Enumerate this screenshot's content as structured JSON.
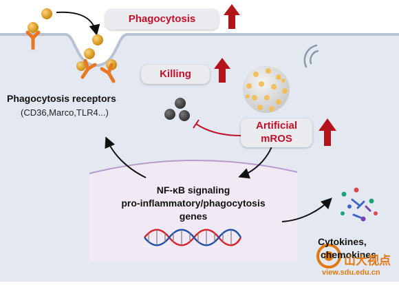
{
  "phagocytosis": "Phagocytosis",
  "killing": "Killing",
  "artificial_mros": {
    "line1": "Artificial",
    "line2": "mROS"
  },
  "receptors": {
    "title": "Phagocytosis receptors",
    "list": "(CD36,Marco,TLR4...)"
  },
  "nucleus": {
    "line1": "NF-κB signaling",
    "line2": "pro-inflammatory/phagocytosis",
    "line3": "genes"
  },
  "cytokines": {
    "line1": "Cytokines,",
    "line2": "chemokines"
  },
  "watermark": {
    "brand": "山大视点",
    "url": "view.sdu.edu.cn"
  },
  "colors": {
    "accent_red": "#c0102a",
    "membrane": "#d9e0ec",
    "nucleus": "#f1eaf5",
    "bead": "#e0a020",
    "receptor": "#e87722"
  }
}
